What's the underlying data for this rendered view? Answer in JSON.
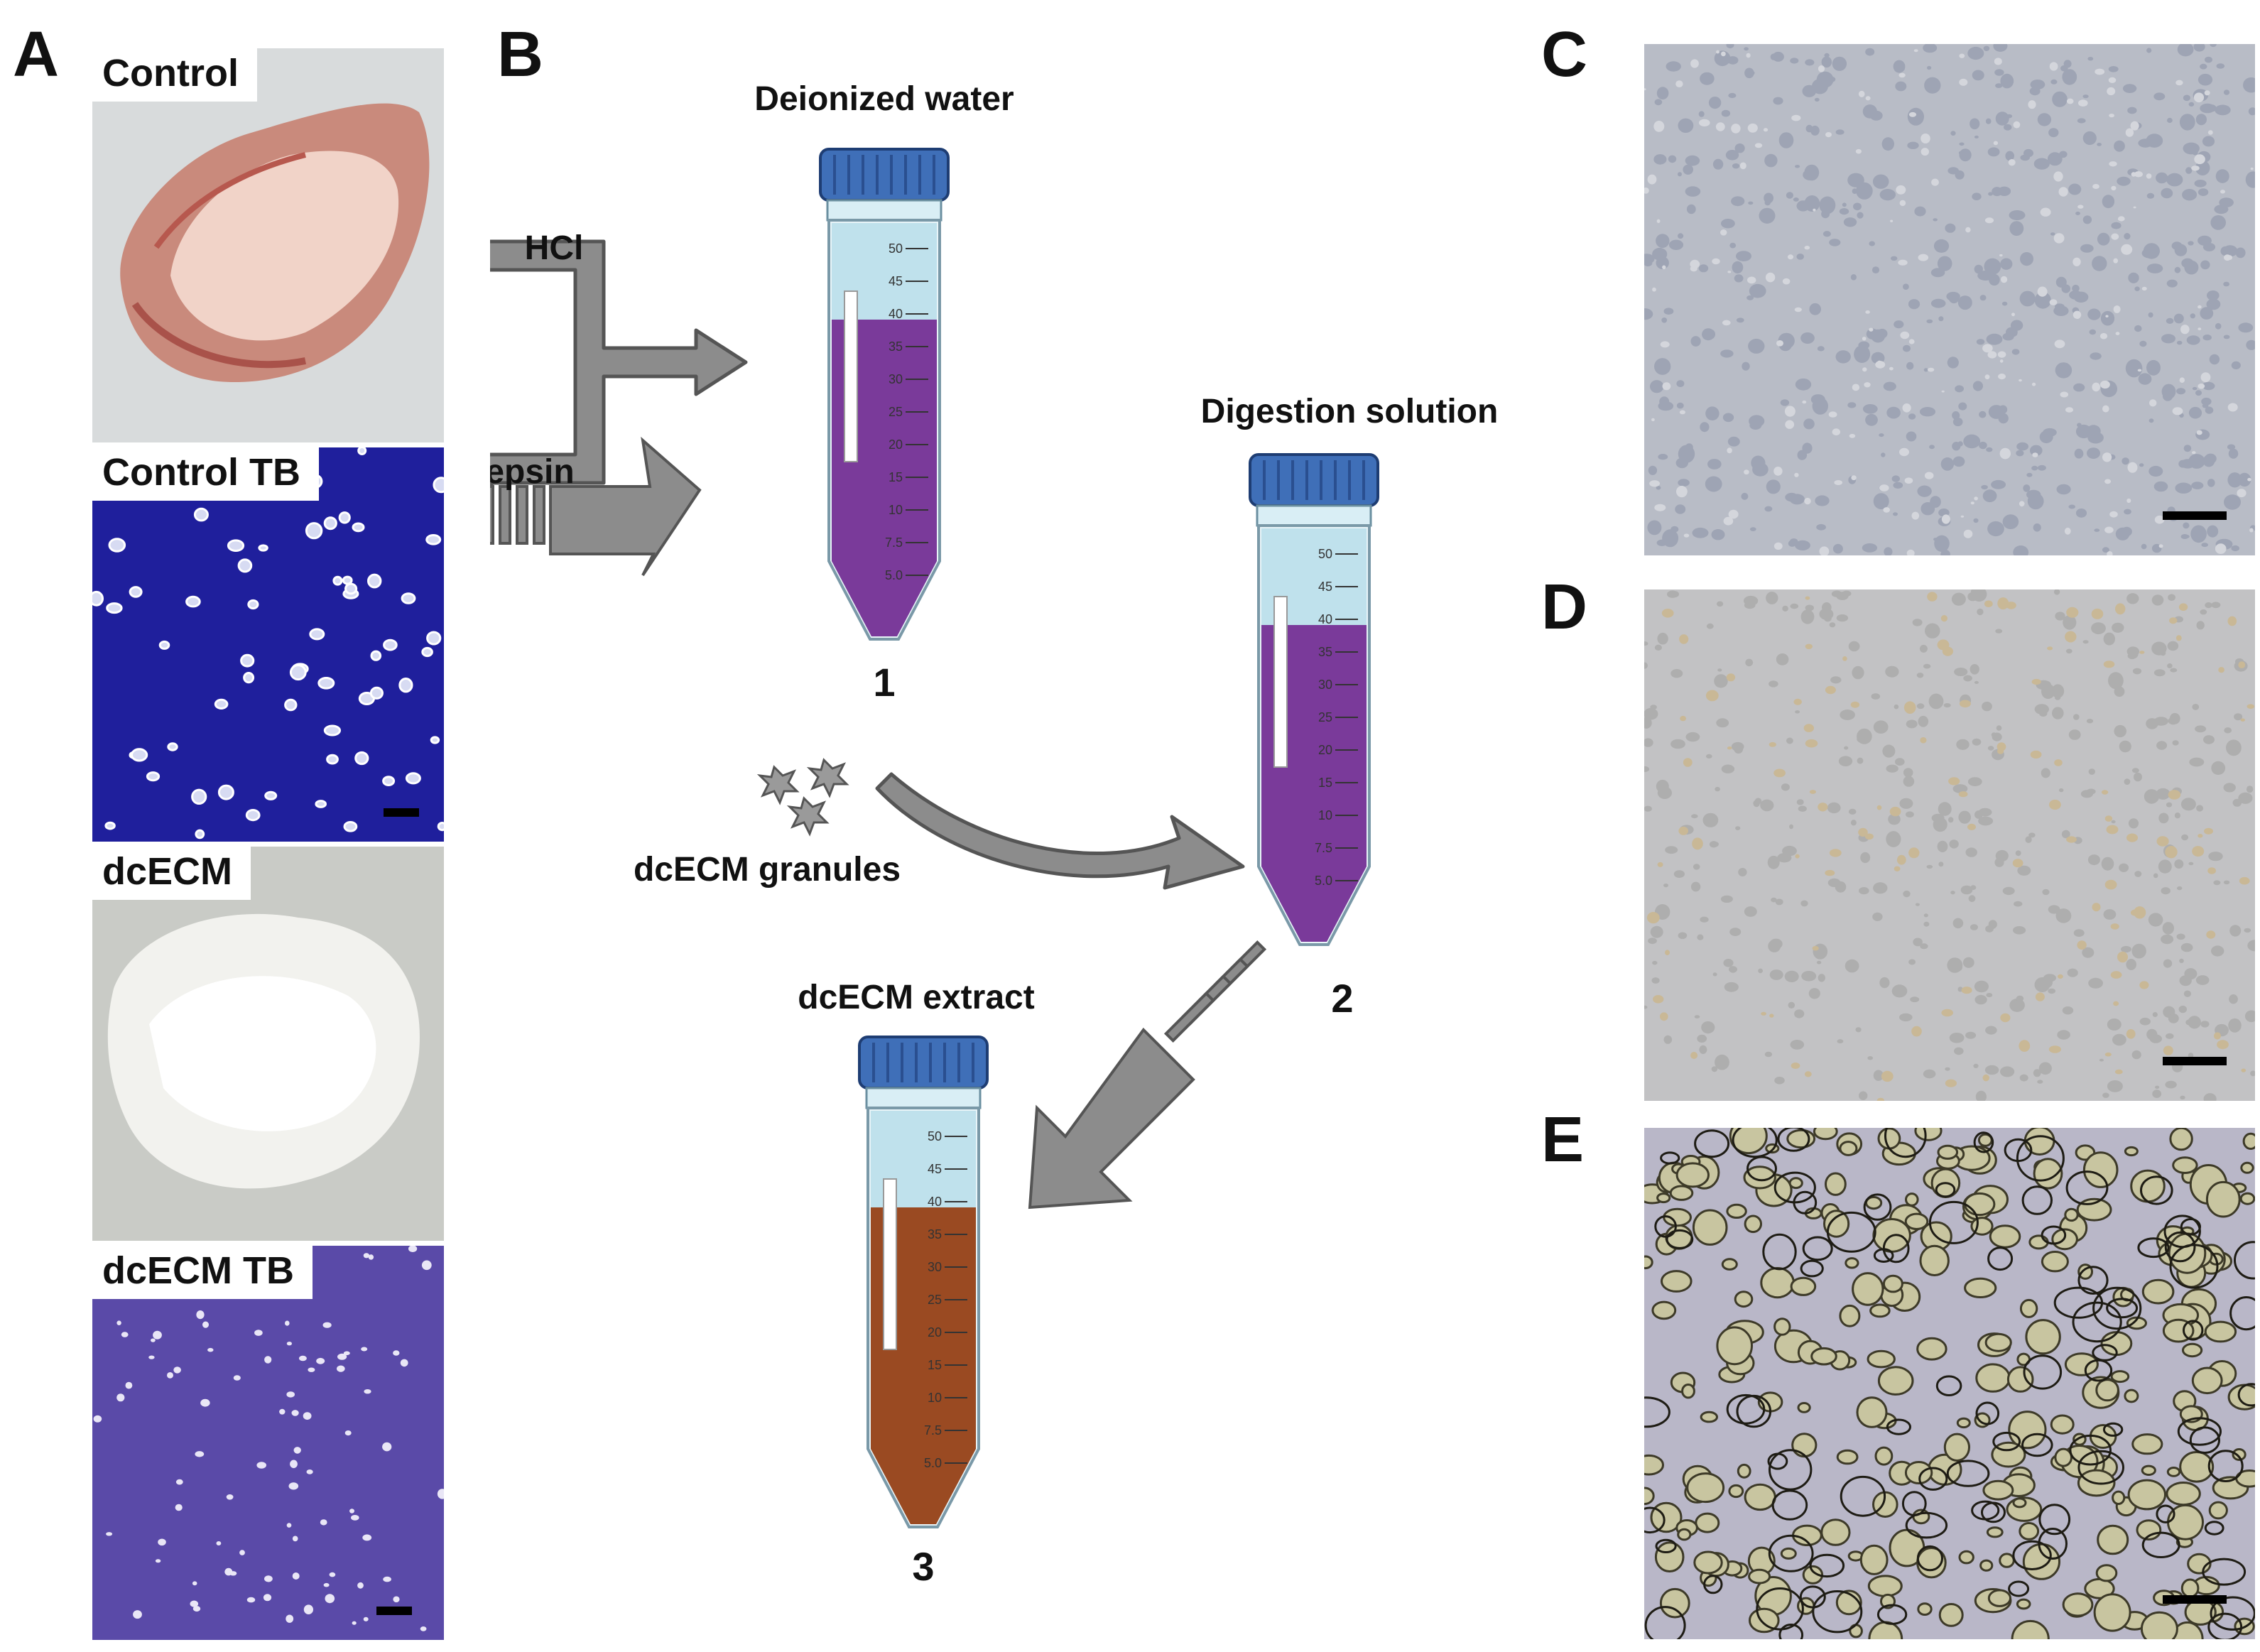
{
  "panels": {
    "a": {
      "letter": "A",
      "images": [
        {
          "label": "Control"
        },
        {
          "label": "Control TB"
        },
        {
          "label": "dcECM"
        },
        {
          "label": "dcECM TB"
        }
      ]
    },
    "b": {
      "letter": "B",
      "inputs": {
        "acid": "HCl",
        "enzyme": "Pepsin"
      },
      "tube1": {
        "title": "Deionized water",
        "number": "1"
      },
      "tube2": {
        "title": "Digestion solution",
        "number": "2"
      },
      "tube3": {
        "title": "dcECM extract",
        "number": "3"
      },
      "granules": "dcECM granules",
      "tube_scale": [
        "50",
        "45",
        "40",
        "35",
        "30",
        "25",
        "20",
        "15",
        "10",
        "7.5",
        "5.0"
      ]
    },
    "c": {
      "letter": "C"
    },
    "d": {
      "letter": "D"
    },
    "e": {
      "letter": "E"
    }
  },
  "colors": {
    "tube_cap": "#3f6fb8",
    "tube_water": "#bfe1ec",
    "tube_purple": "#7a3a9a",
    "tube_brown": "#9a4a22",
    "arrow_fill": "#8c8c8c",
    "arrow_stroke": "#555555",
    "stain_blue": "#1f1f9c",
    "stain_violet": "#5a4aa8"
  }
}
